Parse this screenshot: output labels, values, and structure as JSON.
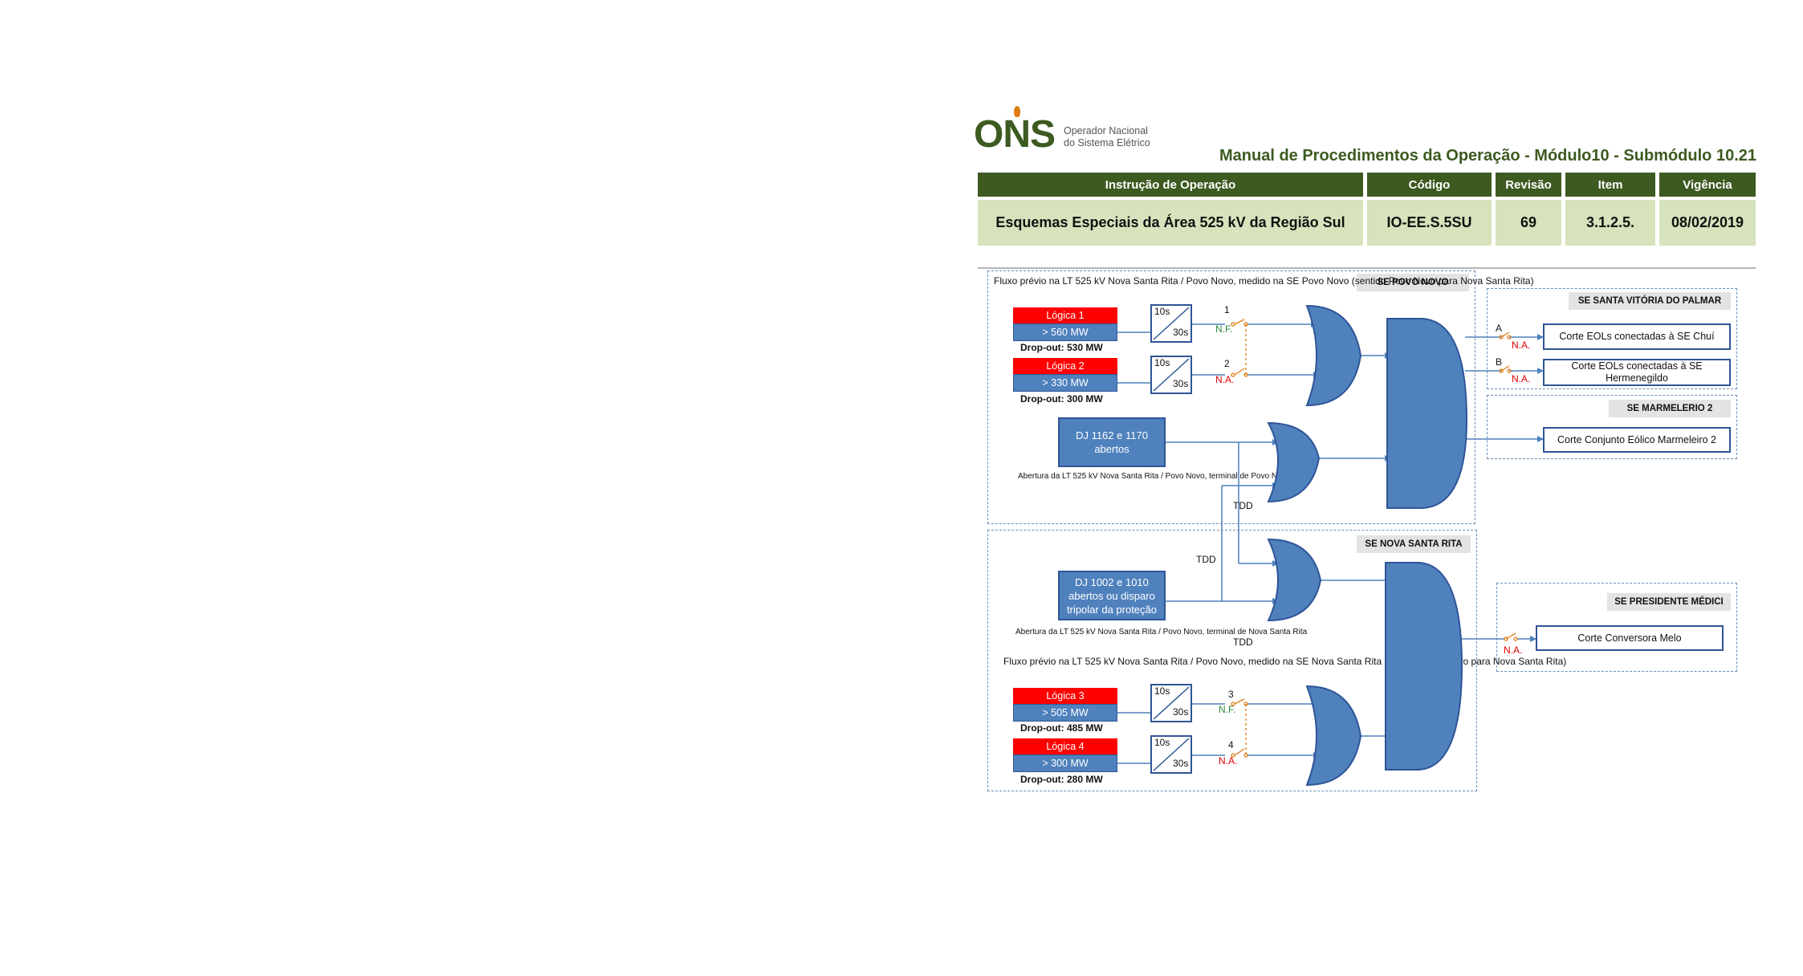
{
  "header": {
    "logo_text": "ONS",
    "logo_subtitle": "Operador Nacional\ndo Sistema Elétrico",
    "manual_title": "Manual de Procedimentos da Operação - Módulo10 - Submódulo 10.21",
    "columns": [
      "Instrução de Operação",
      "Código",
      "Revisão",
      "Item",
      "Vigência"
    ],
    "values": [
      "Esquemas Especiais da Área 525 kV da Região Sul",
      "IO-EE.S.5SU",
      "69",
      "3.1.2.5.",
      "08/02/2019"
    ]
  },
  "diagram": {
    "area_povo_novo": {
      "tag": "SE POVO NOVO",
      "flow_note": "Fluxo prévio na LT 525 kV Nova Santa Rita / Povo Novo, medido\nna SE Povo Novo (sentido Povo Novo para Nova Santa Rita)",
      "logic1": {
        "name": "Lógica 1",
        "threshold": "> 560 MW",
        "dropout": "Drop-out: 530 MW"
      },
      "logic2": {
        "name": "Lógica 2",
        "threshold": "> 330 MW",
        "dropout": "Drop-out: 300 MW"
      },
      "dj": "DJ 1162 e 1170\nabertos",
      "dj_note": "Abertura da LT 525 kV Nova Santa Rita / Povo Novo,\nterminal de Povo Novo"
    },
    "area_nova_santa_rita": {
      "tag": "SE NOVA SANTA RITA",
      "dj": "DJ 1002 e 1010\nabertos ou disparo\ntripolar da proteção",
      "dj_note": "Abertura da LT 525 kV Nova Santa Rita / Povo Novo,\nterminal de Nova Santa Rita",
      "flow_note": "Fluxo prévio na LT 525 kV Nova Santa Rita / Povo Novo, medido\nna SE Nova Santa Rita (sentido Povo Novo para Nova Santa Rita)",
      "logic3": {
        "name": "Lógica 3",
        "threshold": "> 505 MW",
        "dropout": "Drop-out: 485 MW"
      },
      "logic4": {
        "name": "Lógica 4",
        "threshold": "> 300 MW",
        "dropout": "Drop-out: 280 MW"
      }
    },
    "timer": {
      "on": "10s",
      "off": "30s"
    },
    "switches": {
      "s1": {
        "num": "1",
        "state": "N.F."
      },
      "s2": {
        "num": "2",
        "state": "N.A."
      },
      "s3": {
        "num": "3",
        "state": "N.F."
      },
      "s4": {
        "num": "4",
        "state": "N.A."
      },
      "sA": {
        "num": "A",
        "state": "N.A."
      },
      "sB": {
        "num": "B",
        "state": "N.A."
      },
      "sPM": {
        "state": "N.A."
      }
    },
    "tdd_label": "TDD",
    "area_santa_vitoria": {
      "tag": "SE SANTA VITÓRIA DO PALMAR",
      "out1": "Corte EOLs conectadas à SE Chuí",
      "out2": "Corte EOLs conectadas à SE\nHermenegildo"
    },
    "area_marmeleiro": {
      "tag": "SE MARMELERIO 2",
      "out": "Corte Conjunto Eólico Marmeleiro 2"
    },
    "area_presidente_medici": {
      "tag": "SE PRESIDENTE MÉDICI",
      "out": "Corte Conversora Melo"
    }
  },
  "colors": {
    "brand_green": "#3d5a20",
    "header_fill": "#d6e3bc",
    "gate_blue": "#4f81bd",
    "gate_border": "#2f5597",
    "logic_red": "#ff0000",
    "na_red": "#e00000",
    "nf_green": "#2e8b3a"
  }
}
